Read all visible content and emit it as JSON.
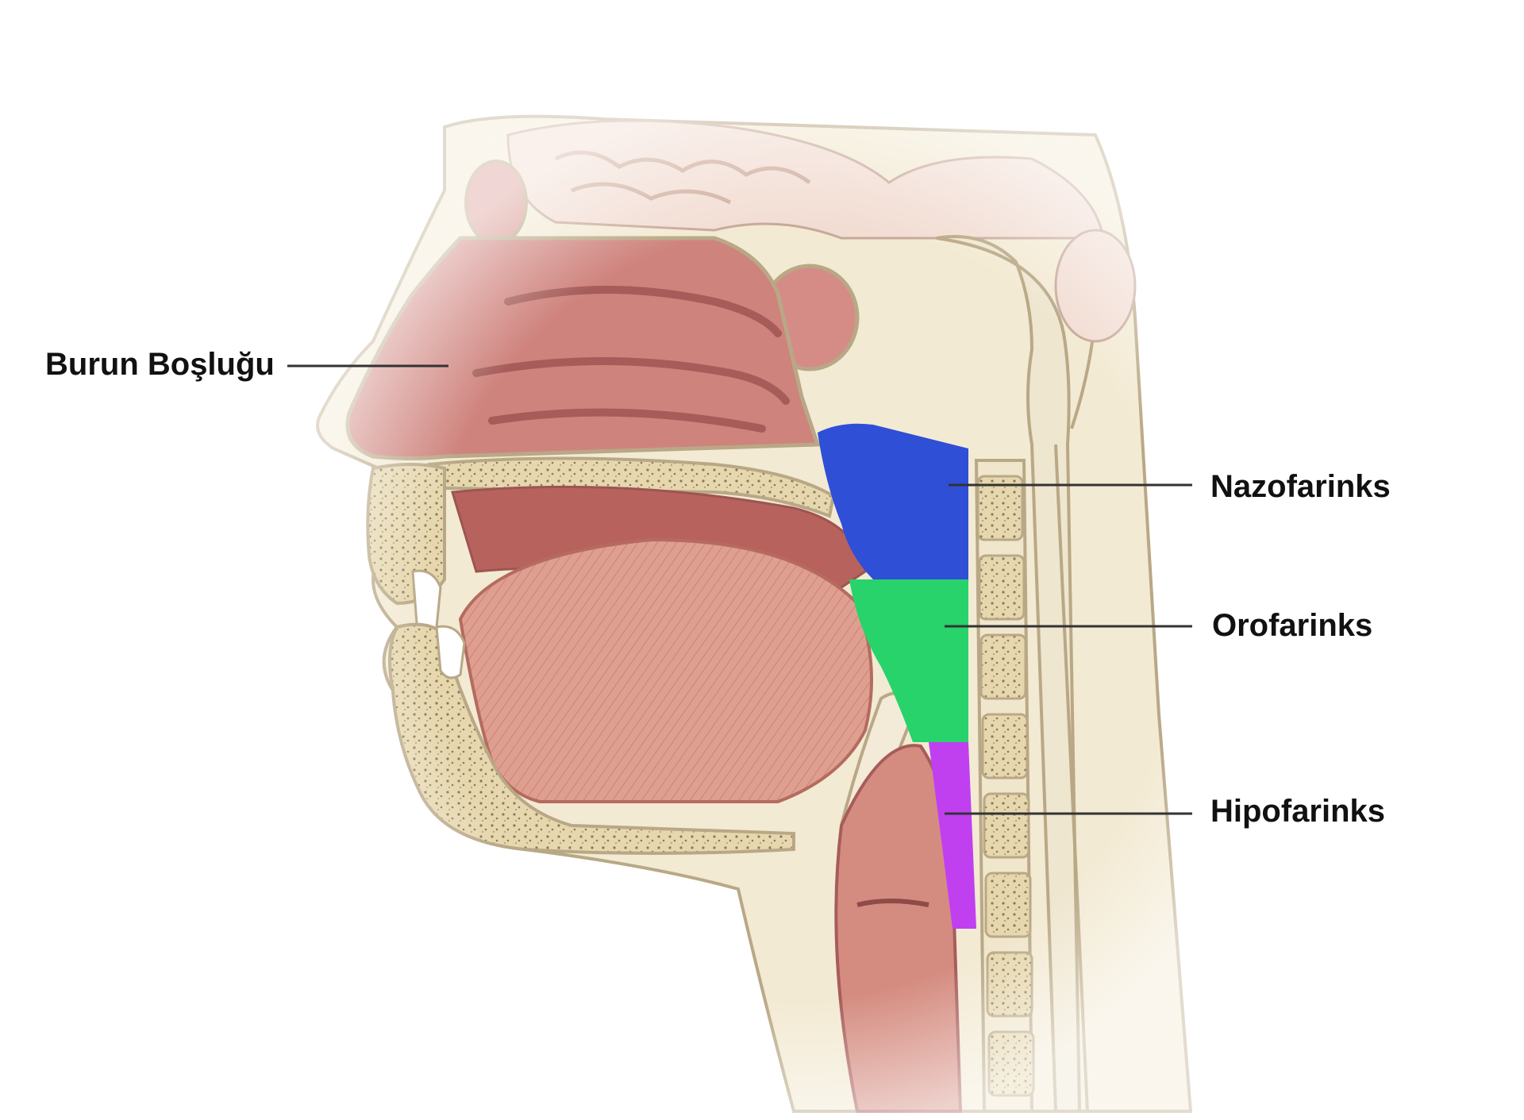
{
  "labels": {
    "nasal_cavity": "Burun Boşluğu",
    "nasopharynx": "Nazofarinks",
    "oropharynx": "Orofarinks",
    "hypopharynx": "Hipofarinks"
  },
  "colors": {
    "background": "#ffffff",
    "bone": "#eee3c4",
    "bone_outline": "#b9a886",
    "bone_spongy": "#ddcc9f",
    "mucosa": "#c97f7a",
    "mucosa_dark": "#a75c5a",
    "tongue": "#dd9a8b",
    "brain": "#f1ddd2",
    "spinal_cord": "#efe6cf",
    "nasopharynx_fill": "#2f4fd6",
    "oropharynx_fill": "#27d36a",
    "hypopharynx_fill": "#c040f0",
    "leader_line": "#333333",
    "label_text": "#111111"
  }
}
